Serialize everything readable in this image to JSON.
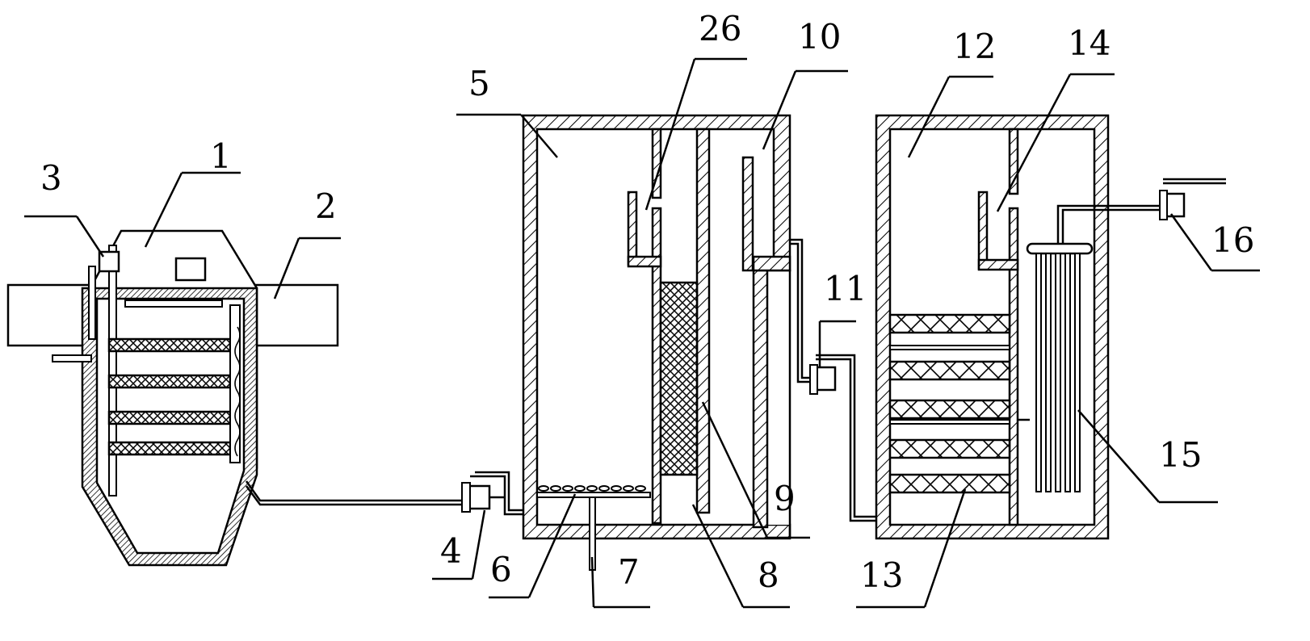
{
  "labels": {
    "l1": "1",
    "l2": "2",
    "l3": "3",
    "l4": "4",
    "l5": "5",
    "l6": "6",
    "l7": "7",
    "l8": "8",
    "l9": "9",
    "l10": "10",
    "l11": "11",
    "l12": "12",
    "l13": "13",
    "l14": "14",
    "l15": "15",
    "l16": "16",
    "l26": "26"
  }
}
